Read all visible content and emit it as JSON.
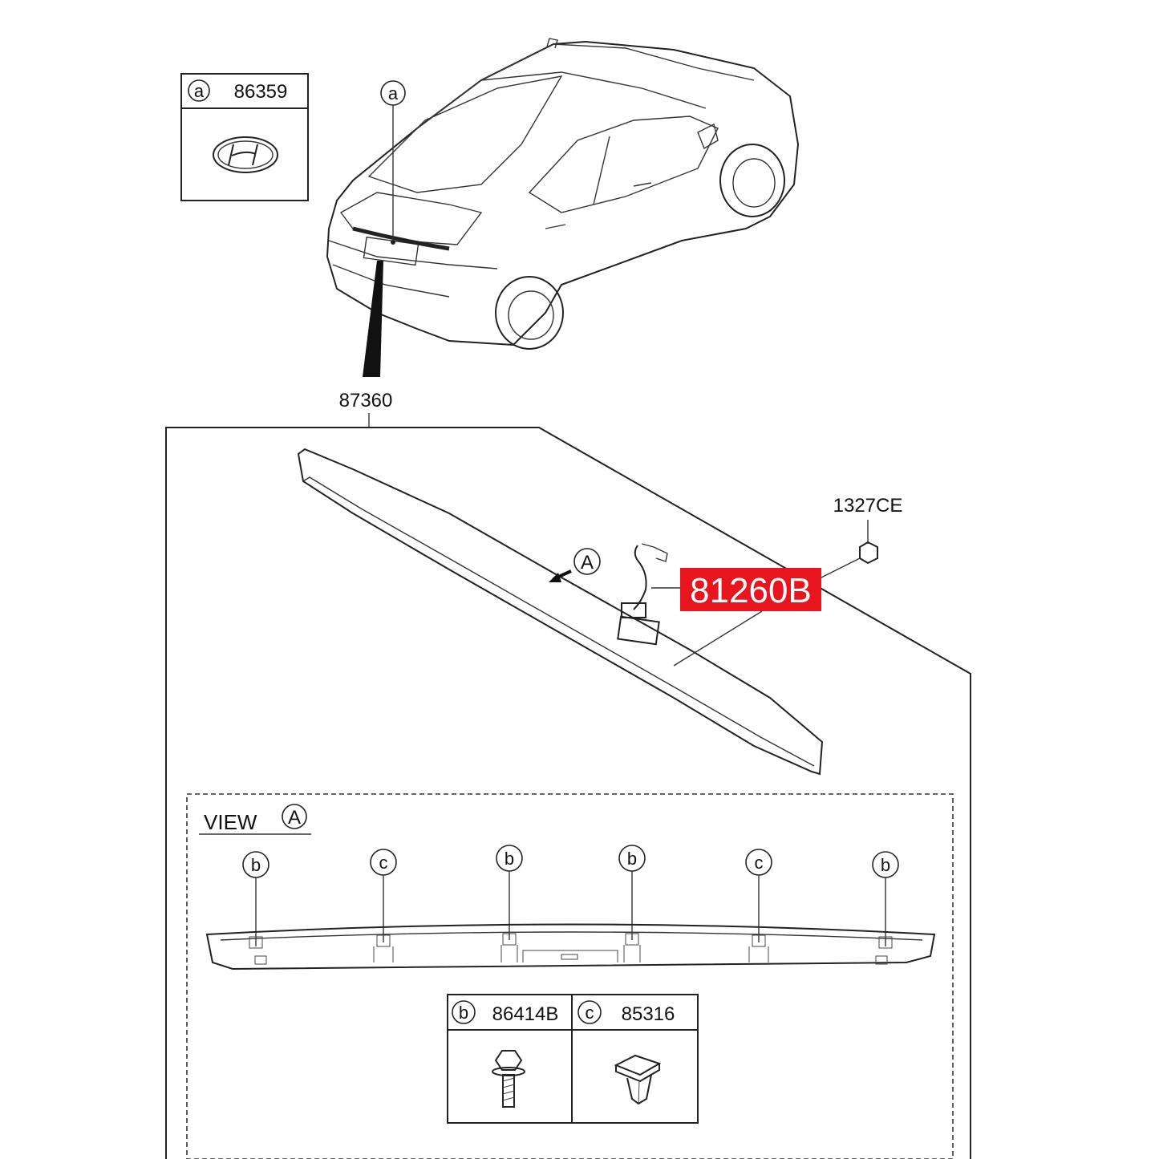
{
  "callout_a_top": {
    "letter": "a",
    "part": "86359"
  },
  "car_callout": "a",
  "main_part": "87360",
  "nut_part": "1327CE",
  "highlight": {
    "part": "81260B",
    "color": "#e8141e"
  },
  "view_arrow": "A",
  "view_label": {
    "text": "VIEW",
    "letter": "A"
  },
  "fasteners": [
    "b",
    "c",
    "b",
    "b",
    "c",
    "b"
  ],
  "legend": {
    "b": {
      "letter": "b",
      "part": "86414B"
    },
    "c": {
      "letter": "c",
      "part": "85316"
    }
  }
}
